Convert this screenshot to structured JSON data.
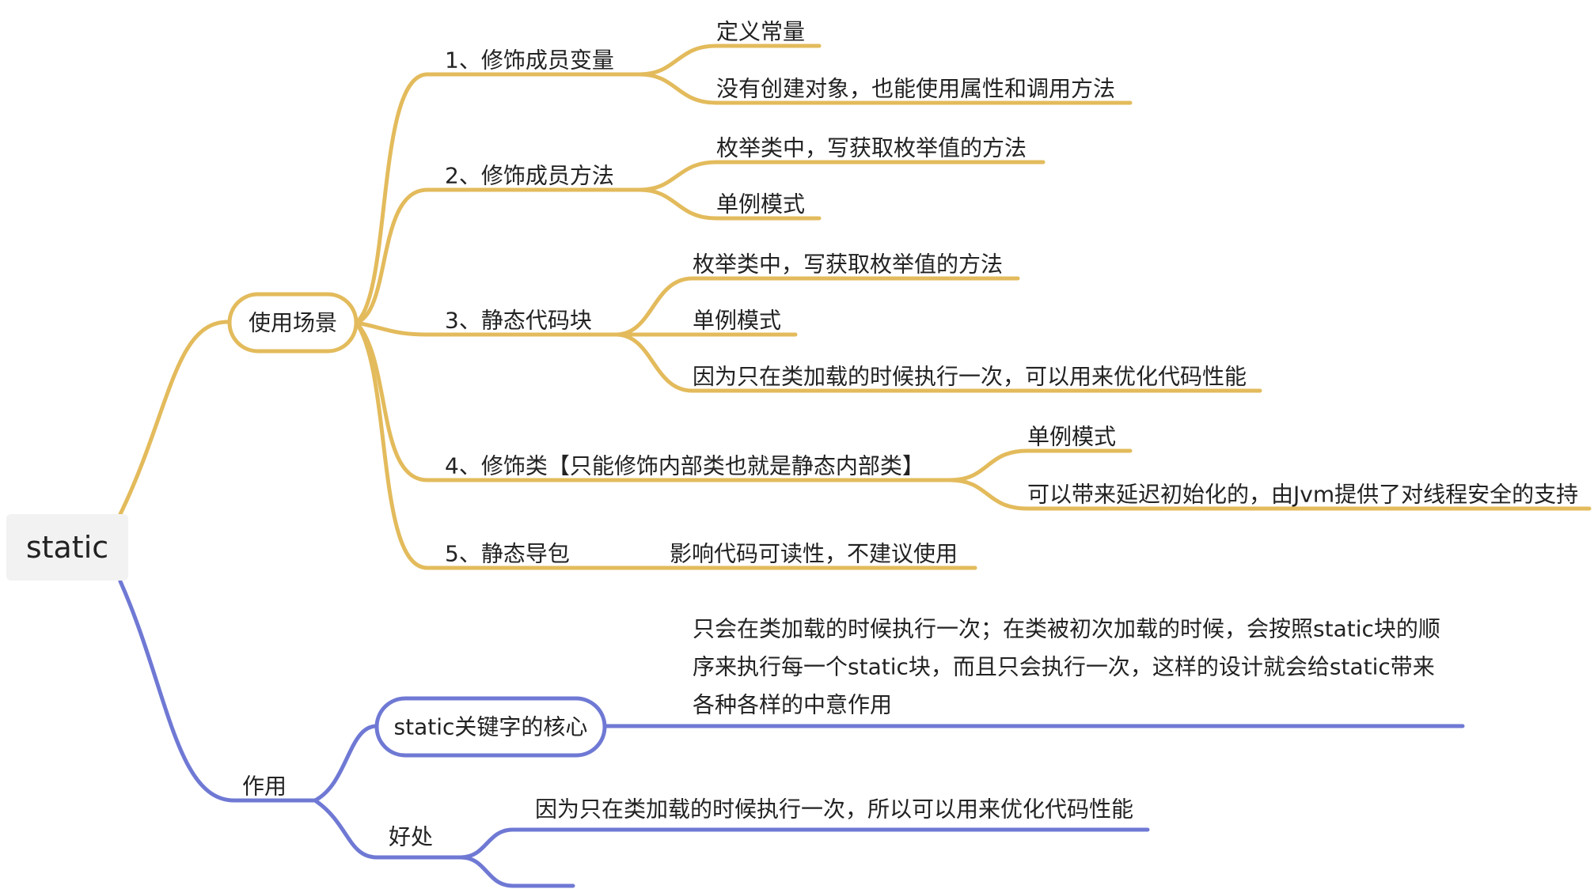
{
  "colors": {
    "usage_branch": "#e3bb5c",
    "effect_branch": "#6f79d4",
    "root_fill": "#f2f2f2",
    "text": "#222222"
  },
  "root": {
    "label": "static"
  },
  "usage": {
    "label": "使用场景",
    "items": [
      {
        "label": "1、修饰成员变量",
        "children": [
          "定义常量",
          "没有创建对象，也能使用属性和调用方法"
        ]
      },
      {
        "label": "2、修饰成员方法",
        "children": [
          "枚举类中，写获取枚举值的方法",
          "单例模式"
        ]
      },
      {
        "label": "3、静态代码块",
        "children": [
          "枚举类中，写获取枚举值的方法",
          "单例模式",
          "因为只在类加载的时候执行一次，可以用来优化代码性能"
        ]
      },
      {
        "label": "4、修饰类【只能修饰内部类也就是静态内部类】",
        "children": [
          "单例模式",
          "可以带来延迟初始化的，由Jvm提供了对线程安全的支持"
        ]
      },
      {
        "label": "5、静态导包",
        "children": [
          "影响代码可读性，不建议使用"
        ]
      }
    ]
  },
  "effect": {
    "label": "作用",
    "core": {
      "label": "static关键字的核心",
      "detail_lines": [
        "只会在类加载的时候执行一次；在类被初次加载的时候，会按照static块的顺",
        "序来执行每一个static块，而且只会执行一次，这样的设计就会给static带来",
        "各种各样的中意作用"
      ]
    },
    "benefit": {
      "label": "好处",
      "children": [
        "因为只在类加载的时候执行一次，所以可以用来优化代码性能",
        ""
      ]
    }
  }
}
